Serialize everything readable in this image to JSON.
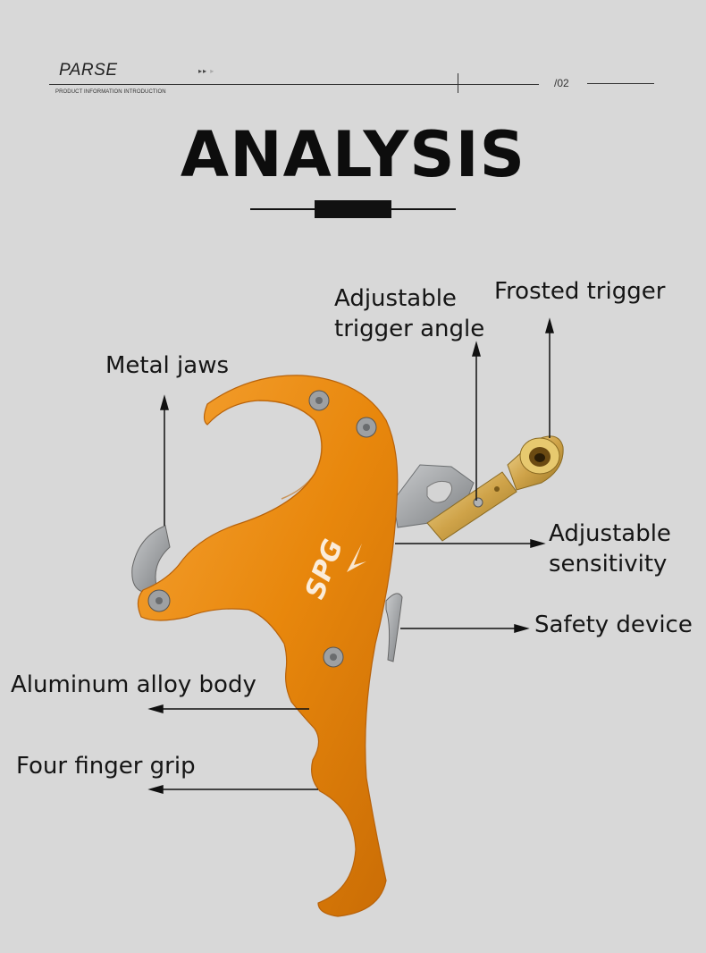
{
  "header": {
    "section_title": "PARSE",
    "subtitle": "PRODUCT INFORMATION INTRODUCTION",
    "page_number": "/02"
  },
  "main_title": "ANALYSIS",
  "product": {
    "logo_text": "SPG",
    "body_color": "#e88a0f",
    "trigger_color": "#d9b45a",
    "steel_color": "#9a9da0"
  },
  "labels": {
    "adjustable_trigger_angle_1": "Adjustable",
    "adjustable_trigger_angle_2": "trigger angle",
    "frosted_trigger": "Frosted trigger",
    "metal_jaws": "Metal jaws",
    "adjustable_sensitivity_1": "Adjustable",
    "adjustable_sensitivity_2": "sensitivity",
    "safety_device": "Safety device",
    "aluminum_alloy_body": "Aluminum alloy body",
    "four_finger_grip": "Four finger grip"
  }
}
